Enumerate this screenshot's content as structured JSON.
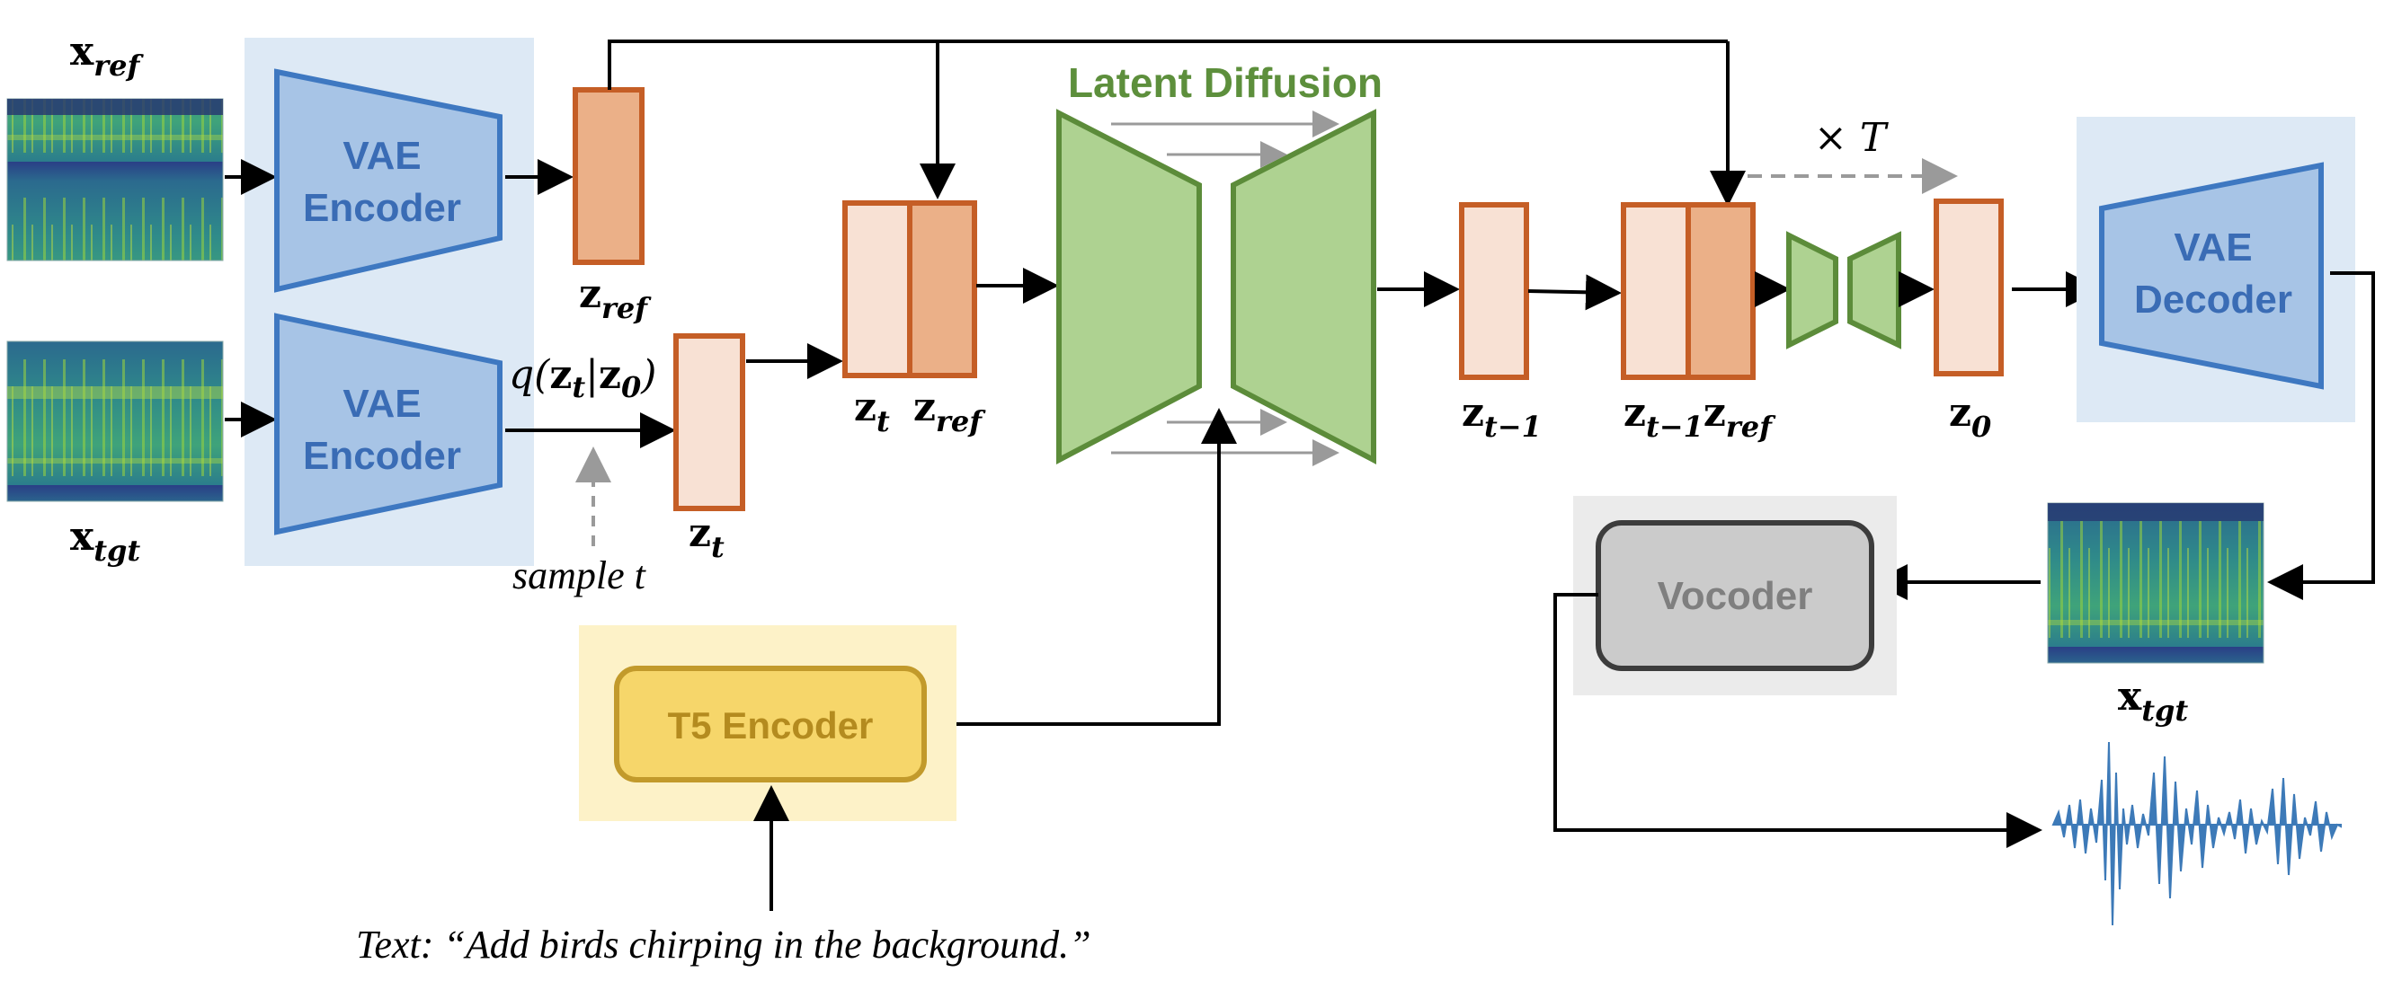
{
  "labels": {
    "x_ref": "x",
    "x_ref_sub": "ref",
    "x_tgt": "x",
    "x_tgt_sub": "tgt",
    "x_tgt_out": "x",
    "x_tgt_out_sub": "tgt",
    "z_ref": "z",
    "z_ref_sub": "ref",
    "z_t_noisy": "z",
    "z_t_noisy_sub": "t",
    "z_t_concat": "z",
    "z_t_concat_sub": "t",
    "z_ref_concat": "z",
    "z_ref_concat_sub": "ref",
    "z_t_minus_1": "z",
    "z_t_minus_1_sub": "t−1",
    "z_t_minus_1_b": "z",
    "z_t_minus_1_b_sub": "t−1",
    "z_ref_b": "z",
    "z_ref_b_sub": "ref",
    "z_0": "z",
    "z_0_sub": "0",
    "q_formula_pre": "q(",
    "q_formula_z": "z",
    "q_formula_t": "t",
    "q_formula_bar": "|",
    "q_formula_z0": "z",
    "q_formula_0": "0",
    "q_formula_post": ")",
    "sample_t": "sample t",
    "times_T": "× T"
  },
  "blocks": {
    "vae_encoder_top_1": "VAE",
    "vae_encoder_top_2": "Encoder",
    "vae_encoder_bottom_1": "VAE",
    "vae_encoder_bottom_2": "Encoder",
    "latent_diffusion": "Latent Diffusion",
    "vae_decoder_1": "VAE",
    "vae_decoder_2": "Decoder",
    "t5_encoder": "T5 Encoder",
    "vocoder": "Vocoder"
  },
  "text_prompt": "Text: “Add birds chirping in the background.”",
  "colors": {
    "vae_blue_fill": "#a7c4e6",
    "vae_blue_stroke": "#3e78c1",
    "panel_blue": "#dde9f5",
    "latent_orange_fill": "#ebb088",
    "latent_light_fill": "#f8e1d4",
    "latent_stroke": "#c55e26",
    "unet_green_fill": "#aed291",
    "unet_green_stroke": "#5c8c3a",
    "t5_fill": "#f6d66a",
    "t5_stroke": "#c29a2b",
    "t5_panel": "#fdf2c8",
    "vocoder_fill": "#cbcbcb",
    "vocoder_stroke": "#3c3c3c",
    "vocoder_panel": "#ebebeb",
    "waveform": "#3d7ab8"
  }
}
